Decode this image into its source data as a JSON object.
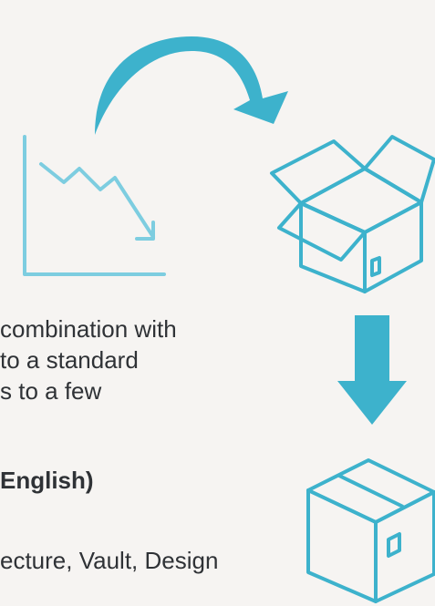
{
  "text": {
    "line1": " combination with",
    "line2": " to a standard",
    "line3": "s to a few",
    "line4": " English)",
    "line5": "ecture, Vault, Design"
  },
  "colors": {
    "accent": "#3db2cc",
    "chart_line": "#7dcde0",
    "background": "#f6f4f2",
    "text": "#2f3236"
  },
  "icons": [
    "curved-arrow-icon",
    "declining-chart-icon",
    "open-box-icon",
    "down-arrow-icon",
    "closed-box-icon"
  ]
}
